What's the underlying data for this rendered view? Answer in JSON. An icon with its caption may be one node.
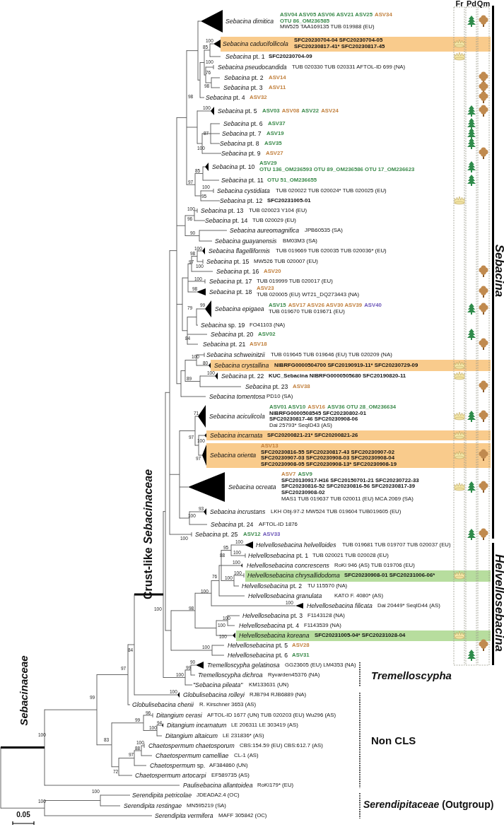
{
  "diagram": {
    "nodes": [
      {
        "text": [
          "Sebacina caducifollicola",
          "SFC20230704-04 SFC20230704-05 SFC20230817-41* SFC20230817-45"
        ]
      },
      {
        "text": [
          "Sebacina crystallina",
          "NIBRFG0000504700 SFC20190919-11* SFC20230729-09"
        ]
      },
      {
        "text": [
          "Sebacina incarnata",
          "SFC20200821-21* SFC20200821-26"
        ]
      },
      {
        "text": [
          "Sebacina orienta",
          "ASV13",
          "SFC20230816-55 SFC20230817-43 SFC20230907-02 SFC20230907-03 SFC20230908-03 SFC20230908-04 SFC20230908-05 SFC20230908-13* SFC20230908-19"
        ]
      },
      {
        "text": [
          "Helvellosebacina chrysallidodoma",
          "SFC20230908-01 SFC20231006-06*"
        ]
      },
      {
        "text": [
          "Helvellosebacina koreana",
          "SFC20231005-04* SFC20231028-04"
        ]
      }
    ],
    "labels": [
      "Fr",
      "Pd",
      "Qm",
      "Sebacina dimitica",
      "ASV04 ASV05 ASV06 ASV21 ASV25",
      "ASV34",
      "OTU 86_OM236585",
      "MW525 TAA169135 TUB 019988 (EU)",
      "100",
      "85",
      "*Sebacina* pt. 1",
      "SFC20230704-09",
      "100",
      "Sebacina pseudocandida",
      "TUB 020330 TUB 020331 AFTOL-ID 699 (NA)",
      "76",
      "*Sebacina* pt. 2",
      "ASV14",
      "98",
      "*Sebacina* pt. 3",
      "ASV11",
      "98",
      "*Sebacina* pt. 4",
      "ASV32",
      "100",
      "*Sebacina* pt. 5",
      "ASV03",
      "ASV08",
      "ASV22",
      "ASV24",
      "*Sebacina* pt. 6",
      "ASV37",
      "87",
      "*Sebacina* pt. 7",
      "ASV19",
      "*Sebacina* pt. 8",
      "ASV35",
      "100",
      "*Sebacina* pt. 9",
      "ASV27",
      "85",
      "*Sebacina* pt. 10",
      "ASV29",
      "OTU 136_OM236593 OTU 89_OM236586 OTU 17_OM236623",
      "*Sebacina* pt. 11",
      "OTU 51_OM236655",
      "97",
      "100",
      "Sebacina cystidiata",
      "TUB 020022 TUB 020024* TUB 020025 (EU)",
      "95",
      "*Sebacina* pt. 12",
      "SFC20231005-01",
      "100",
      "*Sebacina* pt. 13",
      "TUB 020023 Y104 (EU)",
      "96",
      "*Sebacina* pt. 14",
      "TUB 020029 (EU)",
      "Sebacina aureomagnifica",
      "JPB60535 (SA)",
      "90",
      "Sebacina guayanensis",
      "BM03M3 (SA)",
      "100",
      "98",
      "Sebacina flagelliformis",
      "TUB 019669 TUB 020035 TUB 020036* (EU)",
      "97",
      "100",
      "*Sebacina* pt. 15",
      "MW526 TUB 020007 (EU)",
      "*Sebacina* pt. 16",
      "ASV20",
      "100",
      "*Sebacina* pt. 17",
      "TUB 019999 TUB 020017 (EU)",
      "98",
      "*Sebacina* pt. 18",
      "ASV23",
      "TUB 020005 (EU) WT21_DQ273443 (NA)",
      "99",
      "79",
      "Sebacina epigaea",
      "ASV15",
      "ASV17 ASV26 ASV30 ASV39",
      "ASV40",
      "TUB 019670 TUB 019671 (EU)",
      "*Sebacina* sp. 19",
      "FO41103 (NA)",
      "*Sebacina* pt. 20",
      "ASV02",
      "84",
      "*Sebacina* pt. 21",
      "ASV18",
      "100",
      "Sebacina schweinitzii",
      "TUB 019645 TUB 019646 (EU) TUB 020209 (NA)",
      "80",
      "100",
      "89",
      "*Sebacina* pt. 22",
      "KUC_Sebacina NIBRFG0000505680 SFC20190820-11",
      "*Sebacina* pt. 23",
      "ASV38",
      "Sebacina tomentosa",
      "PD10 (SA)",
      "71",
      "Sebacina aciculicola",
      "ASV01 ASV10",
      "ASV16",
      "ASV36 OTU 28_OM236634",
      "NIBRFG0000508545 SFC20230802-01 SFC20230817-46 SFC20230908-06",
      "Dai 25793* SeqID43 (AS)",
      "97",
      "100",
      "97",
      "Sebacina ocreata",
      "ASV7",
      "ASV9",
      "SFC20130917-H16 SFC20150701-21 SFC20230722-33 SFC20230816-52 SFC20230816-56 SFC20230817-39 SFC20230908-02",
      "MAS1 TUB 019637 TUB 020011 (EU) MCA 2069 (SA)",
      "93",
      "100",
      "Sebacina incrustans",
      "LKH Obj-97-2 MW524 TUB 019604 TUB019605 (EU)",
      "*Sebacina* pt. 24",
      "AFTOL-ID 1876",
      "100",
      "*Sebacina* pt. 25",
      "ASV12",
      "ASV33",
      "100",
      "95",
      "Helvellosebacina helvelloides",
      "TUB 019681 TUB 019707 TUB 020037 (EU)",
      "100",
      "88",
      "*Helvellosebacina* pt. 1",
      "TUB 020021 TUB 020028 (EU)",
      "100",
      "Helvellosebacina concrescens",
      "RoKi 946 (AS) TUB 019706 (EU)",
      "100",
      "100",
      "76",
      "*Helvellosebacina* pt. 2",
      "TU 115570 (NA)",
      "100",
      "Helvellosebacina granulata",
      "KATO F. 4080* (AS)",
      "100",
      "98",
      "Helvellosebacina filicata",
      "Dai 20449* SeqID44 (AS)",
      "100",
      "100",
      "*Helvellosebacina* pt. 3",
      "F1143128 (NA)",
      "100",
      "*Helvellosebacina* pt. 4",
      "F1143539 (NA)",
      "100",
      "100",
      "*Helvellosebacina* pt. 5",
      "ASV28",
      "84",
      "*Helvellosebacina* pt. 6",
      "ASV31",
      "90",
      "99",
      "Tremelloscypha gelatinosa",
      "GG23605 (EU) LM4353 (NA)",
      "97",
      "100",
      "Tremelloscypha dichroa",
      "Ryvarden45376 (NA)",
      "\"Sebacina pileata\"",
      "KM133631 (UN)",
      "100",
      "Globulisebacina rolleyi",
      "RJB794 RJB6889 (NA)",
      "99",
      "Globulisebacina chenii",
      "R. Kirschner 3653 (AS)",
      "96",
      "Ditangium cerasi",
      "AFTOL-ID 1677 (UN) TUB 020203 (EU) Wu296 (AS)",
      "99",
      "94",
      "100",
      "Ditangium incarnatum",
      "LE 206311 LE 303419 (AS)",
      "100",
      "Ditangium altaicum",
      "LE 231836* (AS)",
      "83",
      "100",
      "Chaetospermum chaetosporum",
      "CBS:154.59 (EU) CBS:612.7 (AS)",
      "88",
      "97",
      "Chaetospermum camelliae",
      "CL-1 (AS)",
      "*Chaetospermum* sp.",
      "AF384860 (UN)",
      "72",
      "Chaetospermum artocarpi",
      "EF589735 (AS)",
      "Paulisebacina allantoidea",
      "RoKi179* (EU)",
      "100",
      "Serendipita petricolae",
      "JDEADA2.4 (OC)",
      "100",
      "Serendipita restingae",
      "MN595219 (SA)",
      "Serendipita vermifera",
      "MAFF 305842 (OC)",
      "Sebacina",
      "Helvellosebacina",
      "Crust-like *Sebacinaceae*",
      "Tremelloscypha",
      "Non CLS",
      "Sebacinaceae",
      "*Serendipitaceae* (Outgroup)",
      "0.05"
    ]
  }
}
